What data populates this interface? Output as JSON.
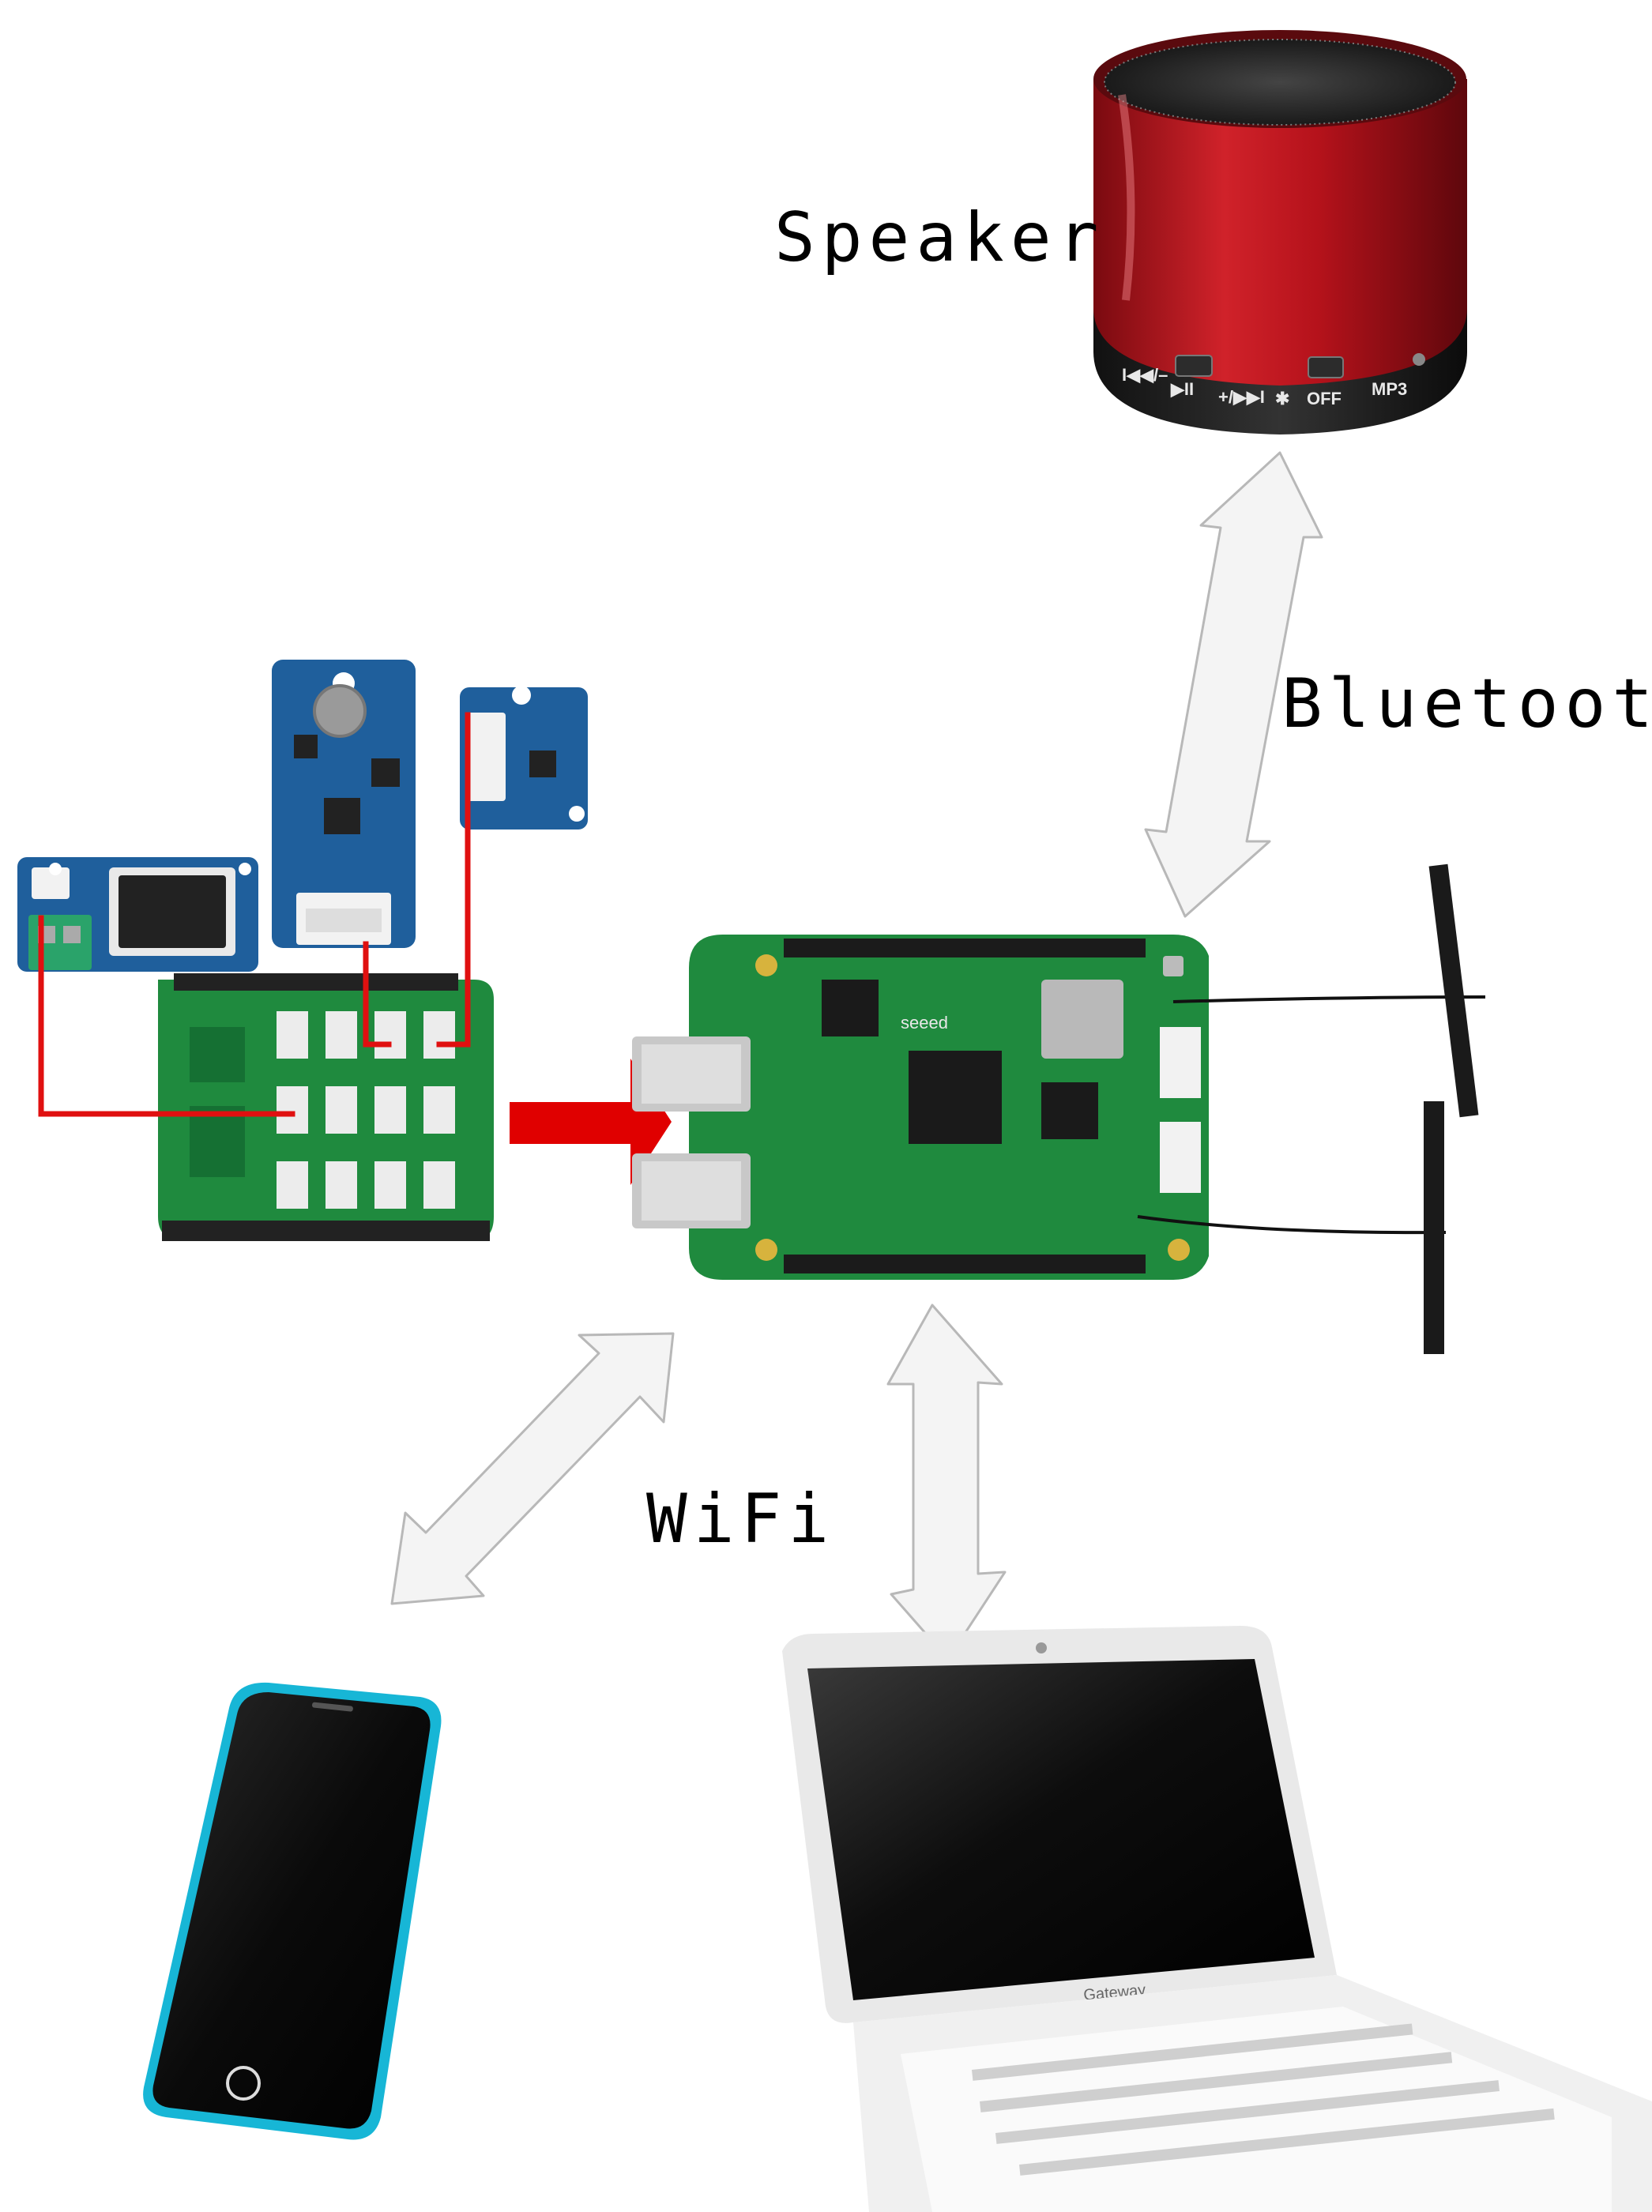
{
  "labels": {
    "speaker": "Speaker",
    "bluetooth": "Bluetooth",
    "wifi": "WiFi"
  },
  "speaker_controls": {
    "prev": "I◀◀/–",
    "play": "▶II",
    "next": "+/▶▶I",
    "bt": "✱",
    "off": "OFF",
    "mp3": "MP3"
  },
  "board_brand": "seeed",
  "laptop_brand": "Gateway",
  "colors": {
    "speaker_red": "#b5121b",
    "pcb_green": "#1f8a3e",
    "grove_blue": "#1f5f9c",
    "wire_red": "#e01010",
    "arrow_red": "#e00000",
    "phone_cyan": "#17b6d6",
    "arrow_fill": "#f4f4f4",
    "arrow_stroke": "#b8b8b8"
  }
}
